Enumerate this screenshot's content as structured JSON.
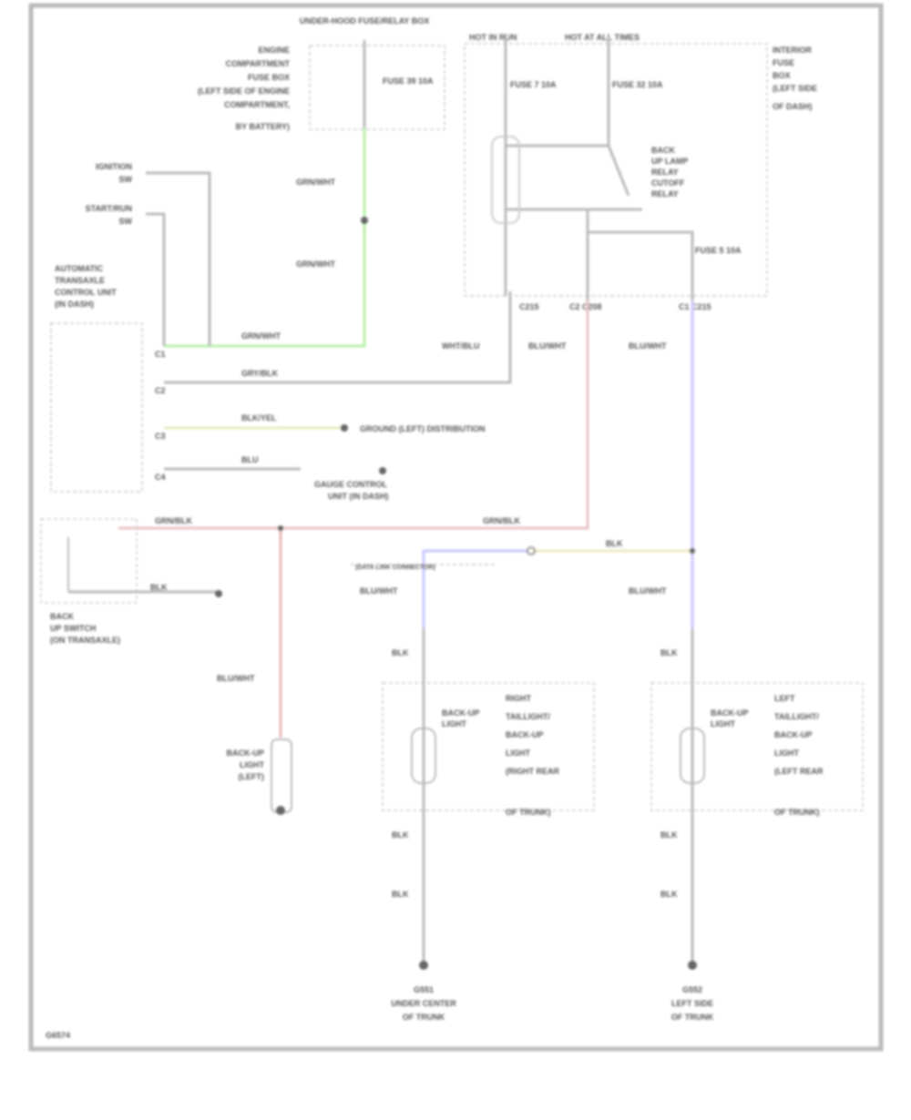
{
  "diagram": {
    "footer_code": "G6574",
    "fuse_box": {
      "title": "UNDER-HOOD FUSE/RELAY BOX",
      "fuse": "FUSE 39 10A",
      "desc": [
        "ENGINE",
        "COMPARTMENT",
        "FUSE BOX",
        "(LEFT SIDE OF ENGINE",
        "COMPARTMENT,",
        "BY BATTERY)"
      ]
    },
    "ignition": {
      "a": "IGNITION",
      "a_sub": "SW",
      "b": "START/RUN",
      "b_sub": "SW"
    },
    "tcm": [
      "AUTOMATIC",
      "TRANSAXLE",
      "CONTROL UNIT",
      "(IN DASH)"
    ],
    "relay_box": {
      "hot_run": "HOT IN RUN",
      "hot_all": "HOT AT ALL TIMES",
      "fuse_a": "FUSE 7 10A",
      "fuse_b": "FUSE 32 10A",
      "fuse_c": "FUSE 5 10A",
      "relay": [
        "BACK",
        "UP LAMP",
        "RELAY",
        "CUTOFF",
        "RELAY"
      ],
      "desc": [
        "INTERIOR",
        "FUSE",
        "BOX",
        "(LEFT SIDE",
        "OF DASH)"
      ],
      "pins": [
        "C215",
        "C2 C208",
        "C1 C215"
      ]
    },
    "wires": {
      "grn_wht_1": "GRN/WHT",
      "grn_wht_2": "GRN/WHT",
      "grn_wht_3": "GRN/WHT",
      "gry_blk": "GRY/BLK",
      "blk_yel": "BLK/YEL",
      "wht_blu_1": "WHT/BLU",
      "blu_wht_1": "BLU/WHT",
      "blu_wht_2": "BLU/WHT",
      "blu_wht_3": "BLU/WHT",
      "blu_wht_4": "BLU/WHT",
      "blu_wht_5": "BLU/WHT",
      "blu": "BLU",
      "blk": "BLK",
      "blk_b": "BLK",
      "grn_blk": "GRN/BLK",
      "grn_blk2": "GRN/BLK",
      "blk1": "BLK",
      "blk2": "BLK",
      "blk3": "BLK",
      "blk4": "BLK",
      "blk5": "BLK",
      "blk6": "BLK"
    },
    "pins": {
      "c1": "C1",
      "c2": "C2",
      "c3": "C3",
      "c4": "C4"
    },
    "ground_ref": "GROUND (LEFT) DISTRIBUTION",
    "gauge": [
      "GAUGE CONTROL",
      "UNIT (IN DASH)"
    ],
    "neutral": [
      "BACK",
      "UP SWITCH",
      "(ON TRANSAXLE)"
    ],
    "connector_note": "(DATA LINK CONNECTOR)",
    "lamp_pos": [
      "BACK-UP",
      "LIGHT",
      "(LEFT)"
    ],
    "lamp_r": [
      "RIGHT",
      "TAILLIGHT/",
      "BACK-UP",
      "LIGHT",
      "(RIGHT REAR",
      "OF TRUNK)"
    ],
    "lamp_l": [
      "LEFT",
      "TAILLIGHT/",
      "BACK-UP",
      "LIGHT",
      "(LEFT REAR",
      "OF TRUNK)"
    ],
    "bulb": [
      "BACK-UP",
      "LIGHT"
    ],
    "gnd_r": [
      "G551",
      "UNDER CENTER",
      "OF TRUNK"
    ],
    "gnd_l": [
      "G552",
      "LEFT SIDE",
      "OF TRUNK"
    ]
  }
}
